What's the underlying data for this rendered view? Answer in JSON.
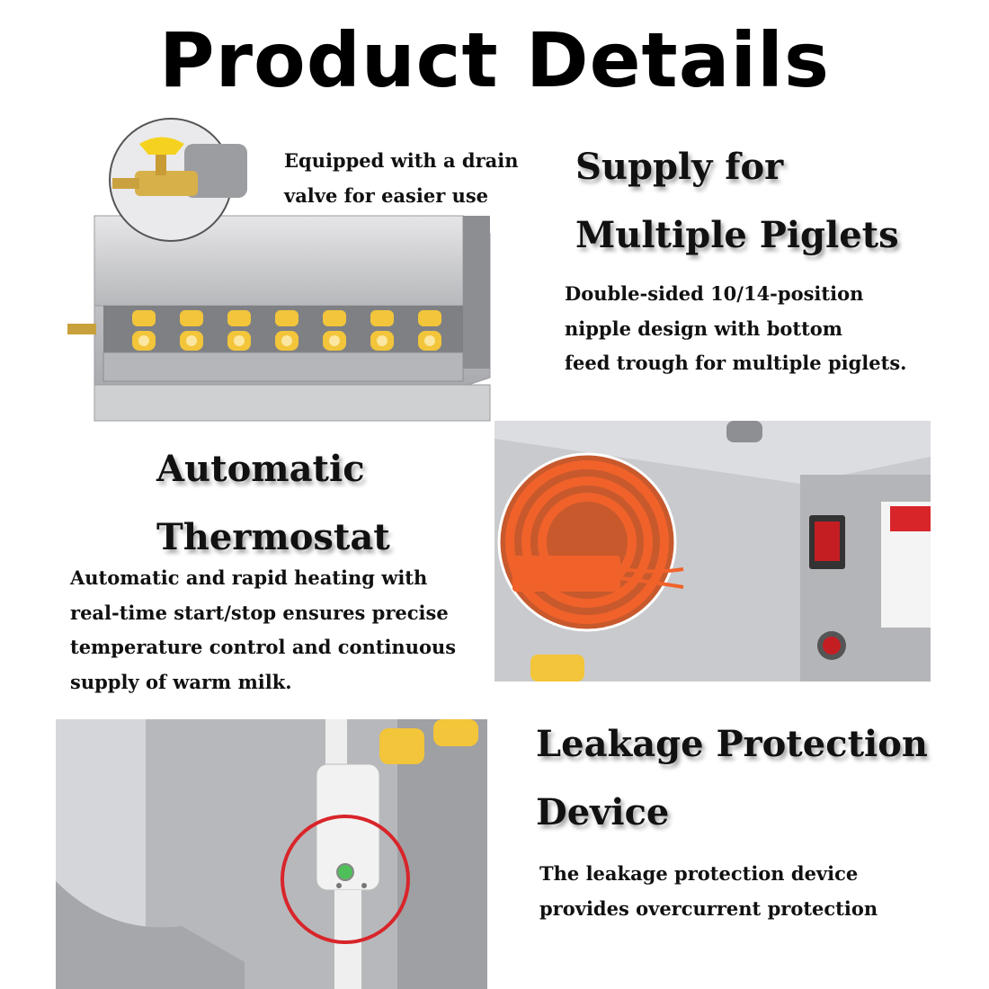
{
  "title": "Product Details",
  "sections": {
    "drain_valve": {
      "lines": [
        "Equipped with a drain",
        "valve for easier use"
      ]
    },
    "supply": {
      "heading_lines": [
        "Supply for",
        "Multiple Piglets"
      ],
      "body_lines": [
        "Double-sided 10/14-position",
        "nipple design with bottom",
        "feed trough for multiple piglets."
      ]
    },
    "thermostat": {
      "heading_lines": [
        "Automatic",
        "Thermostat"
      ],
      "body_lines": [
        "Automatic and rapid heating with",
        "real-time start/stop ensures precise",
        "temperature control and continuous",
        "supply of warm milk."
      ]
    },
    "leakage": {
      "heading_lines": [
        "Leakage Protection",
        "Device"
      ],
      "body_lines": [
        "The leakage protection device",
        "provides overcurrent protection"
      ]
    }
  },
  "colors": {
    "steel": "#c9c9cb",
    "steel_dark": "#8f9094",
    "nipple_yellow": "#f2c53a",
    "heater_orange": "#f0622a",
    "indicator_red": "#d8252a",
    "switch_green": "#4fbf5a"
  }
}
